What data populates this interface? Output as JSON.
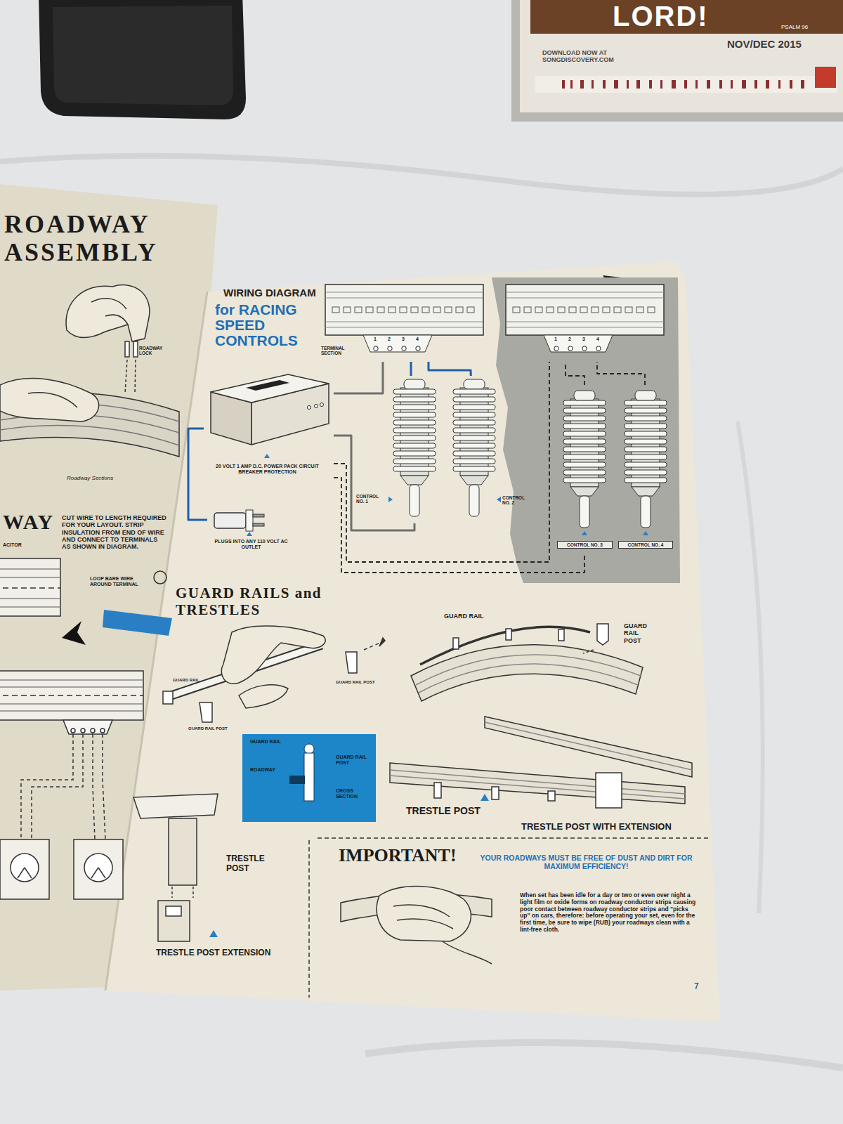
{
  "diagram": {
    "title": "WIRING DIAGRAM",
    "nodes": [
      {
        "text": [
          "TERMINAL SECTION",
          "1",
          "2",
          "3",
          "4"
        ]
      },
      {
        "text": [
          "20 VOLT 1 AMP D.C. POWER PACK CIRCUIT BREAKER PROTECTION"
        ]
      },
      {
        "text": [
          "CONTROL NO. 1"
        ]
      },
      {
        "text": [
          "CONTROL NO. 2"
        ]
      },
      {
        "text": [
          "1",
          "2",
          "3",
          "4"
        ]
      },
      {
        "text": [
          "CONTROL NO. 3"
        ]
      },
      {
        "text": [
          "CONTROL NO. 4"
        ]
      },
      {
        "text": [
          "PLUGS INTO ANY 110 VOLT AC OUTLET"
        ]
      }
    ],
    "edges": [
      {
        "from": 1,
        "to": 0,
        "arrow": "none"
      },
      {
        "from": 1,
        "to": 2,
        "arrow": "none"
      },
      {
        "from": 2,
        "to": 0,
        "arrow": "none"
      },
      {
        "from": 3,
        "to": 0,
        "arrow": "none"
      },
      {
        "from": 1,
        "to": 4,
        "arrow": "none"
      },
      {
        "from": 1,
        "to": 5,
        "arrow": "none"
      },
      {
        "from": 5,
        "to": 4,
        "arrow": "none"
      },
      {
        "from": 6,
        "to": 4,
        "arrow": "none"
      },
      {
        "from": 7,
        "to": 1,
        "arrow": "none"
      }
    ],
    "labels": [
      "LORD!",
      "PSALM 96",
      "NOV/DEC 2015",
      "DOWNLOAD NOW AT SONGDISCOVERY.COM",
      "ROADWAY ASSEMBLY",
      "ROADWAY LOCK",
      "Roadway Sections",
      "WAY",
      "ACITOR",
      "CUT WIRE TO LENGTH REQUIRED FOR YOUR LAYOUT. STRIP INSULATION FROM END OF WIRE AND CONNECT TO TERMINALS AS SHOWN IN DIAGRAM.",
      "LOOP BARE WIRE AROUND TERMINAL",
      "for RACING SPEED CONTROLS",
      "GUARD RAILS and TRESTLES",
      "GUARD RAIL",
      "GUARD RAIL POST",
      "GUARD RAIL",
      "GUARD RAIL POST",
      "GUARD RAIL POST",
      "GUARD RAIL",
      "ROADWAY",
      "GUARD RAIL POST",
      "CROSS SECTION",
      "TRESTLE POST",
      "TRESTLE POST WITH EXTENSION",
      "TRESTLE POST",
      "TRESTLE POST EXTENSION",
      "IMPORTANT!",
      "YOUR ROADWAYS MUST BE FREE OF DUST AND DIRT FOR MAXIMUM EFFICIENCY!",
      "When set has been idle for a day or two or even over night a light film or oxide forms on roadway conductor strips causing poor contact between roadway conductor strips and \"picks up\" on cars, therefore: before operating your set, even for the first time, be sure to wipe (RUB) your roadways clean with a lint-free cloth.",
      "7"
    ]
  }
}
